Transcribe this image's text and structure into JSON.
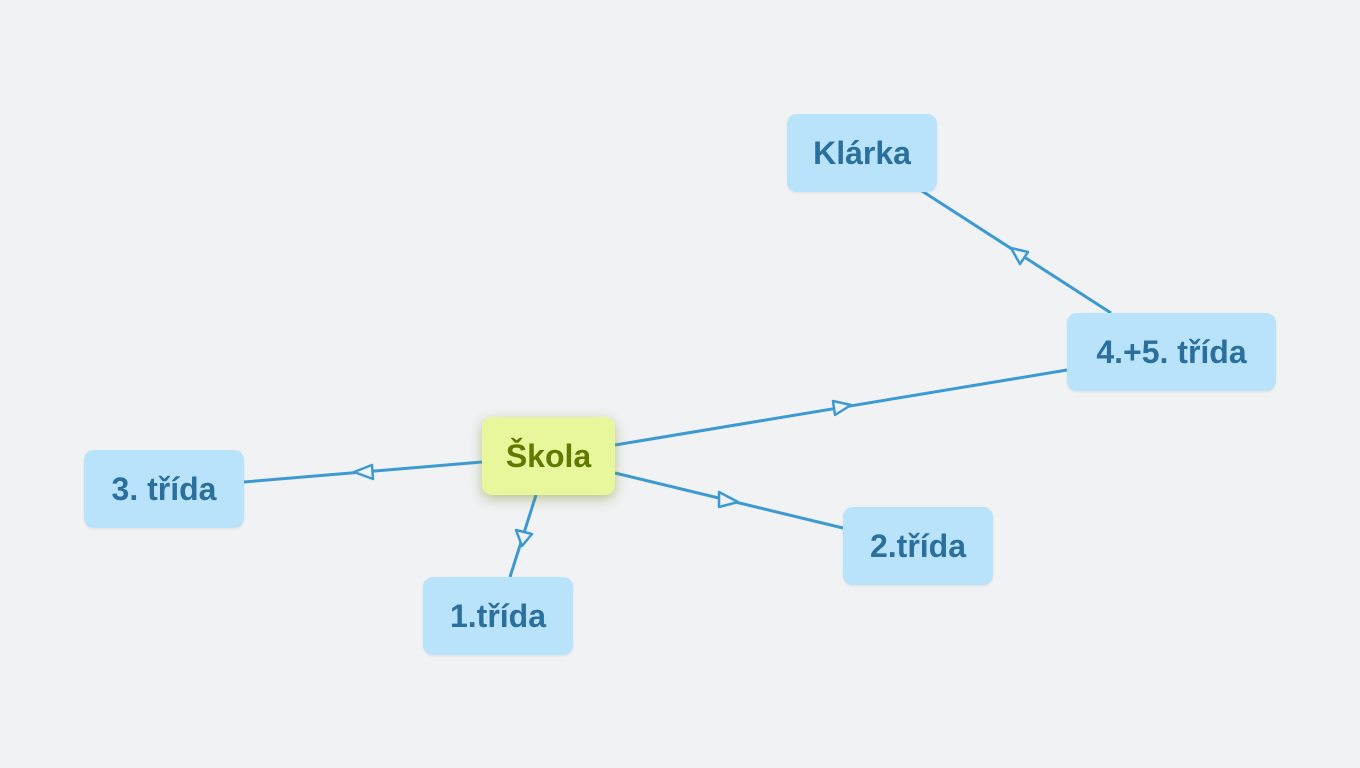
{
  "nodes": {
    "root": {
      "label": "Škola"
    },
    "klarka": {
      "label": "Klárka"
    },
    "trida45": {
      "label": "4.+5. třída"
    },
    "trida3": {
      "label": "3. třída"
    },
    "trida2": {
      "label": "2.třída"
    },
    "trida1": {
      "label": "1.třída"
    }
  },
  "colors": {
    "edge": "#3d9ad1",
    "node_fill": "#b9e3fb",
    "node_text": "#2b6f9c",
    "root_fill": "#e8f79c",
    "root_text": "#5f7a00",
    "background": "#f0f2f4"
  }
}
